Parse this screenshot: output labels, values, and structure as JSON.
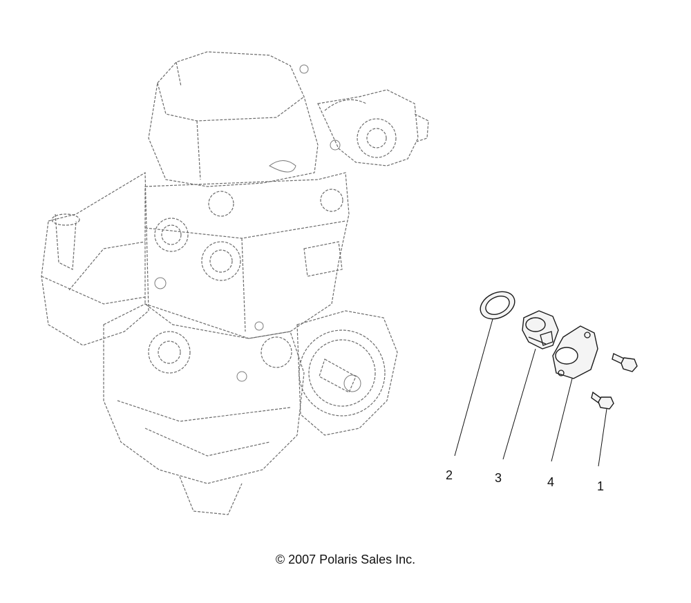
{
  "callouts": [
    {
      "id": "c2",
      "label": "2"
    },
    {
      "id": "c3",
      "label": "3"
    },
    {
      "id": "c4",
      "label": "4"
    },
    {
      "id": "c1",
      "label": "1"
    }
  ],
  "copyright": "© 2007 Polaris Sales Inc."
}
